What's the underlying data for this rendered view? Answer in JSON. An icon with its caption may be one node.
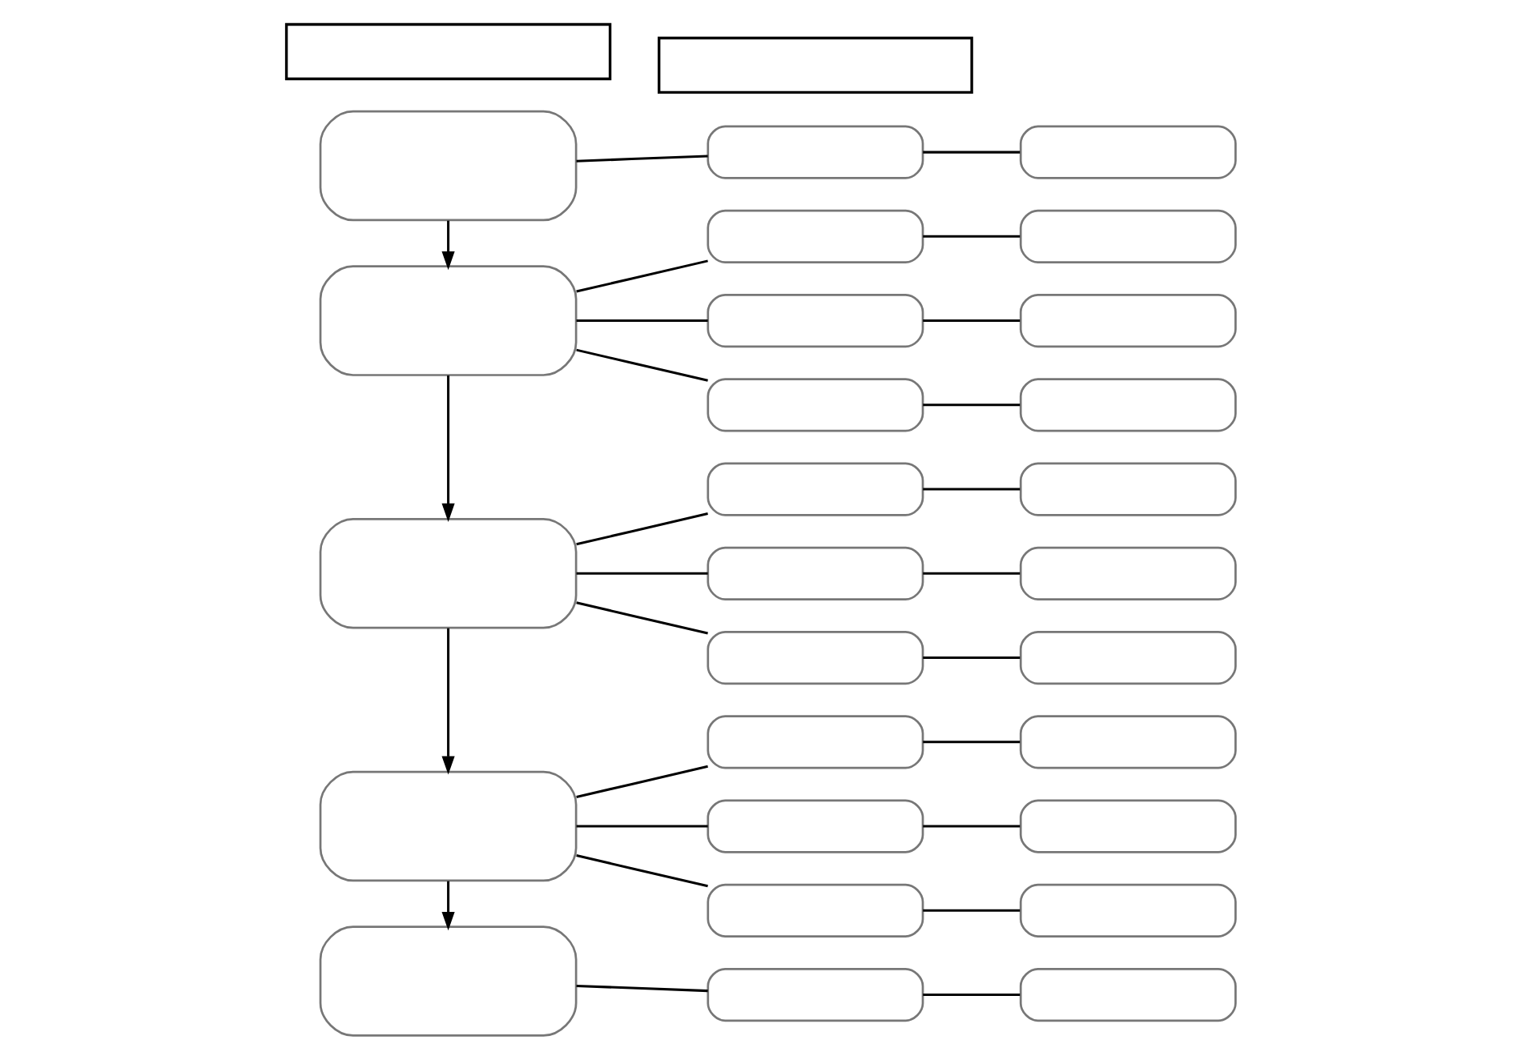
{
  "diagram": {
    "nodes": [
      {
        "text": [],
        "shape": "box"
      },
      {
        "text": [],
        "shape": "box"
      },
      {
        "text": [],
        "shape": "box"
      },
      {
        "text": [],
        "shape": "pill"
      },
      {
        "text": [],
        "shape": "pill"
      },
      {
        "text": [],
        "shape": "box"
      },
      {
        "text": [],
        "shape": "pill"
      },
      {
        "text": [],
        "shape": "pill"
      },
      {
        "text": [],
        "shape": "pill"
      },
      {
        "text": [],
        "shape": "pill"
      },
      {
        "text": [],
        "shape": "pill"
      },
      {
        "text": [],
        "shape": "pill"
      },
      {
        "text": [],
        "shape": "box"
      },
      {
        "text": [],
        "shape": "pill"
      },
      {
        "text": [],
        "shape": "pill"
      },
      {
        "text": [],
        "shape": "pill"
      },
      {
        "text": [],
        "shape": "pill"
      },
      {
        "text": [],
        "shape": "pill"
      },
      {
        "text": [],
        "shape": "pill"
      },
      {
        "text": [],
        "shape": "box"
      },
      {
        "text": [],
        "shape": "pill"
      },
      {
        "text": [],
        "shape": "pill"
      },
      {
        "text": [],
        "shape": "pill"
      },
      {
        "text": [],
        "shape": "pill"
      },
      {
        "text": [],
        "shape": "pill"
      },
      {
        "text": [],
        "shape": "pill"
      },
      {
        "text": [],
        "shape": "box"
      },
      {
        "text": [],
        "shape": "pill"
      },
      {
        "text": [],
        "shape": "pill"
      }
    ],
    "edges": [
      {
        "from": 2,
        "to": 3,
        "arrow": "none"
      },
      {
        "from": 3,
        "to": 4,
        "arrow": "none"
      },
      {
        "from": 2,
        "to": 5,
        "arrow": "to"
      },
      {
        "from": 5,
        "to": 6,
        "arrow": "none"
      },
      {
        "from": 6,
        "to": 7,
        "arrow": "none"
      },
      {
        "from": 5,
        "to": 8,
        "arrow": "none"
      },
      {
        "from": 8,
        "to": 9,
        "arrow": "none"
      },
      {
        "from": 5,
        "to": 10,
        "arrow": "none"
      },
      {
        "from": 10,
        "to": 11,
        "arrow": "none"
      },
      {
        "from": 5,
        "to": 12,
        "arrow": "to"
      },
      {
        "from": 12,
        "to": 13,
        "arrow": "none"
      },
      {
        "from": 13,
        "to": 14,
        "arrow": "none"
      },
      {
        "from": 12,
        "to": 15,
        "arrow": "none"
      },
      {
        "from": 15,
        "to": 16,
        "arrow": "none"
      },
      {
        "from": 12,
        "to": 17,
        "arrow": "none"
      },
      {
        "from": 17,
        "to": 18,
        "arrow": "none"
      },
      {
        "from": 12,
        "to": 19,
        "arrow": "to"
      },
      {
        "from": 19,
        "to": 20,
        "arrow": "none"
      },
      {
        "from": 20,
        "to": 21,
        "arrow": "none"
      },
      {
        "from": 19,
        "to": 22,
        "arrow": "none"
      },
      {
        "from": 22,
        "to": 23,
        "arrow": "none"
      },
      {
        "from": 19,
        "to": 24,
        "arrow": "none"
      },
      {
        "from": 24,
        "to": 25,
        "arrow": "none"
      },
      {
        "from": 19,
        "to": 26,
        "arrow": "to"
      },
      {
        "from": 26,
        "to": 27,
        "arrow": "none"
      },
      {
        "from": 27,
        "to": 28,
        "arrow": "none"
      }
    ]
  }
}
